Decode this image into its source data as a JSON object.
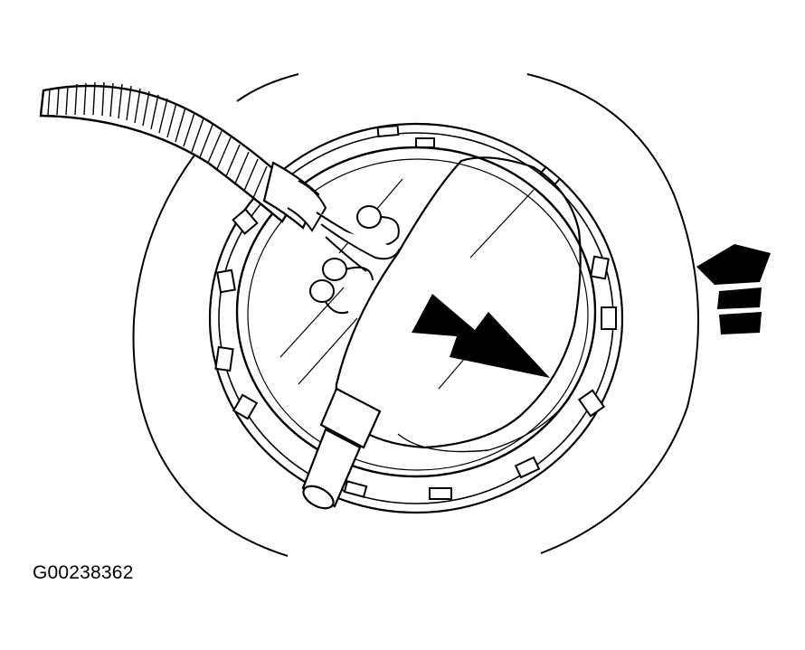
{
  "figure": {
    "code": "G00238362"
  },
  "colors": {
    "ink": "#000000",
    "paper": "#ffffff"
  },
  "parts": {
    "fuel_tank_opening": "circular-opening",
    "lock_ring": "tabbed-lock-ring",
    "pump_cover": "fuel-pump-module-cover",
    "wiring_harness": "corrugated-wiring-harness",
    "connectors": [
      "electrical-connector-1",
      "electrical-connector-2",
      "electrical-connector-3"
    ],
    "fuel_line_fitting": "fuel-line-nipple",
    "removal_direction": "large-arrow",
    "front_indicator": "front-direction-arrow"
  }
}
